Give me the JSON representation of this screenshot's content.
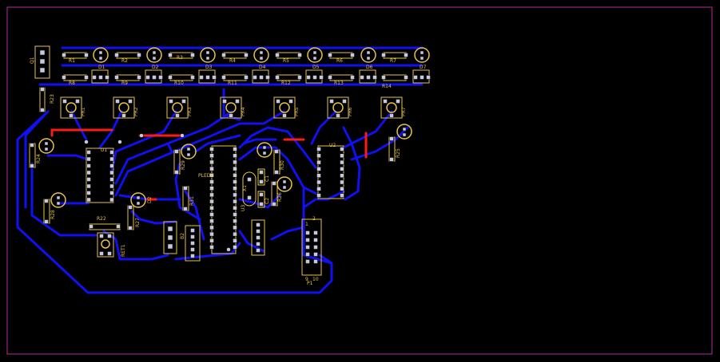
{
  "colors": {
    "background": "#000000",
    "board_outline": "#b0309a",
    "trace_bottom": "#1010f0",
    "trace_top": "#ff1a1a",
    "silkscreen": "#e8c24a",
    "pad": "#c8c8dc"
  },
  "labels": {
    "resistors_top": [
      "R1",
      "R2",
      "R3",
      "R4",
      "R5",
      "R6",
      "R7"
    ],
    "resistors_mid": [
      "R8",
      "R9",
      "R10",
      "R11",
      "R12",
      "R13",
      "R14"
    ],
    "leds_top": [
      "D1",
      "D2",
      "D3",
      "D4",
      "D5",
      "D6",
      "D7"
    ],
    "presets": [
      "PR1",
      "PR2",
      "PR3",
      "PR4",
      "PR5",
      "PR6",
      "PR7"
    ],
    "q1": "Q1",
    "r23": "R23",
    "r24": "R24",
    "r25": "R25",
    "r26": "R26",
    "r27": "R27",
    "r28": "R28",
    "r29": "R29",
    "r30": "R30",
    "r31": "R31",
    "r22": "R22",
    "u1": "U1",
    "u2": "U2",
    "u3": "U3",
    "x1": "X1",
    "c1": "C1",
    "c2": "C2",
    "p1": "P1",
    "p1_pin1": "1",
    "p1_pin2": "2",
    "p1_pin9": "9",
    "p1_pin10": "10",
    "b2": "B2",
    "led1": "PLED1",
    "ret1": "RET1",
    "d2": "D2"
  }
}
